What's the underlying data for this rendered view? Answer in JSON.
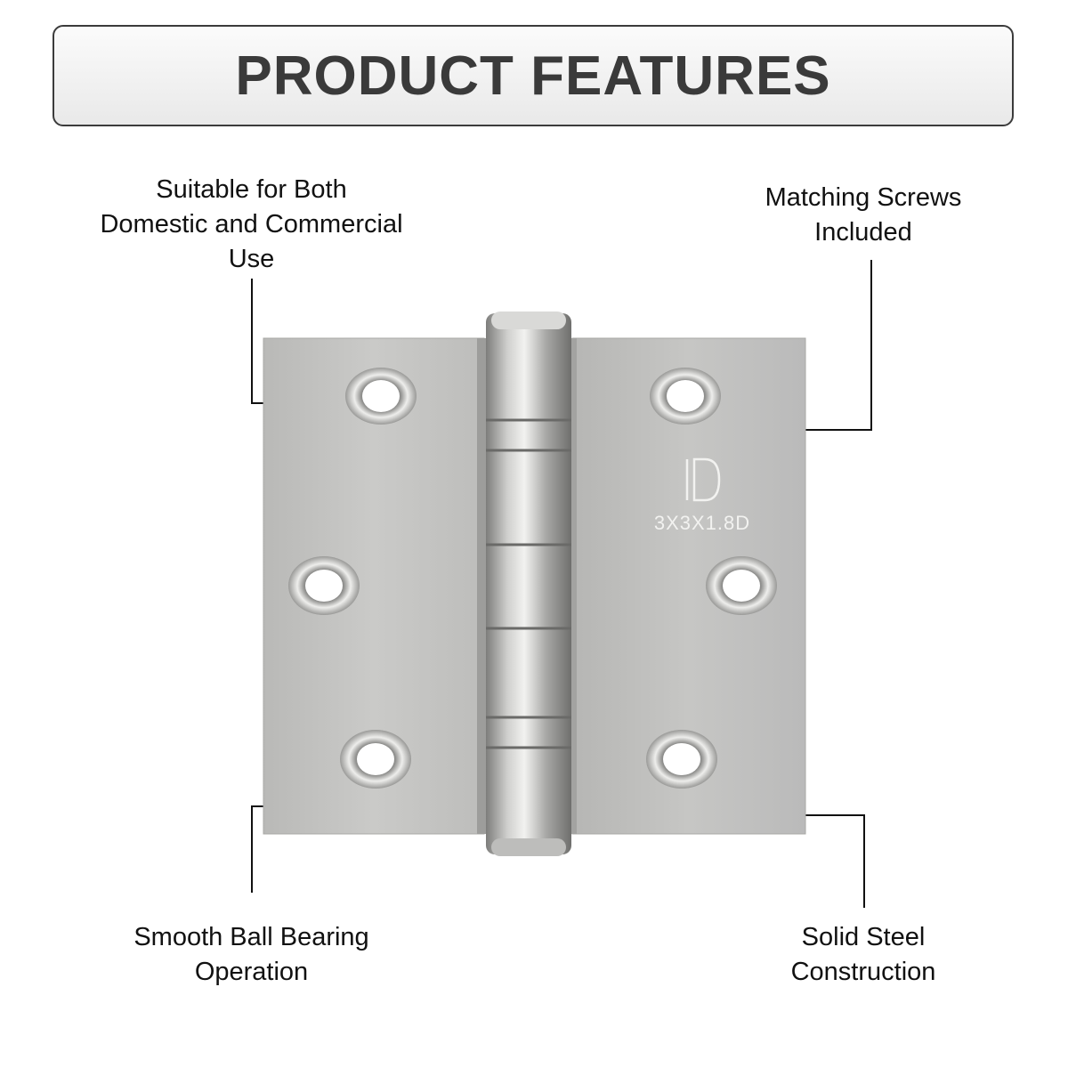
{
  "header": {
    "title": "PRODUCT FEATURES"
  },
  "features": {
    "top_left": "Suitable  for Both\nDomestic and Commercial\nUse",
    "top_right": "Matching Screws\nIncluded",
    "bottom_left": "Smooth Ball Bearing\nOperation",
    "bottom_right": "Solid Steel\nConstruction"
  },
  "hinge": {
    "stamp": "3X3X1.8D",
    "logo": "D"
  },
  "colors": {
    "steel": "#c4c4c2",
    "banner_border": "#3b3b3b",
    "title": "#3a3a3a",
    "text": "#111111"
  }
}
